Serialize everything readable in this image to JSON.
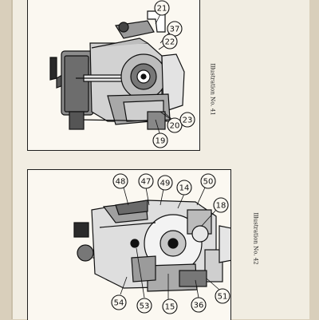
{
  "illustrations": [
    {
      "caption": "Illustration No. 41",
      "callouts": [
        "21",
        "37",
        "22",
        "20",
        "19",
        "23"
      ]
    },
    {
      "caption": "Illustration No. 42",
      "callouts": [
        "48",
        "47",
        "49",
        "14",
        "50",
        "18",
        "54",
        "53",
        "15",
        "36",
        "51"
      ]
    }
  ],
  "colors": {
    "page": "#f1ede2",
    "figure_bg": "#fbf8f1",
    "ink": "#111111"
  }
}
